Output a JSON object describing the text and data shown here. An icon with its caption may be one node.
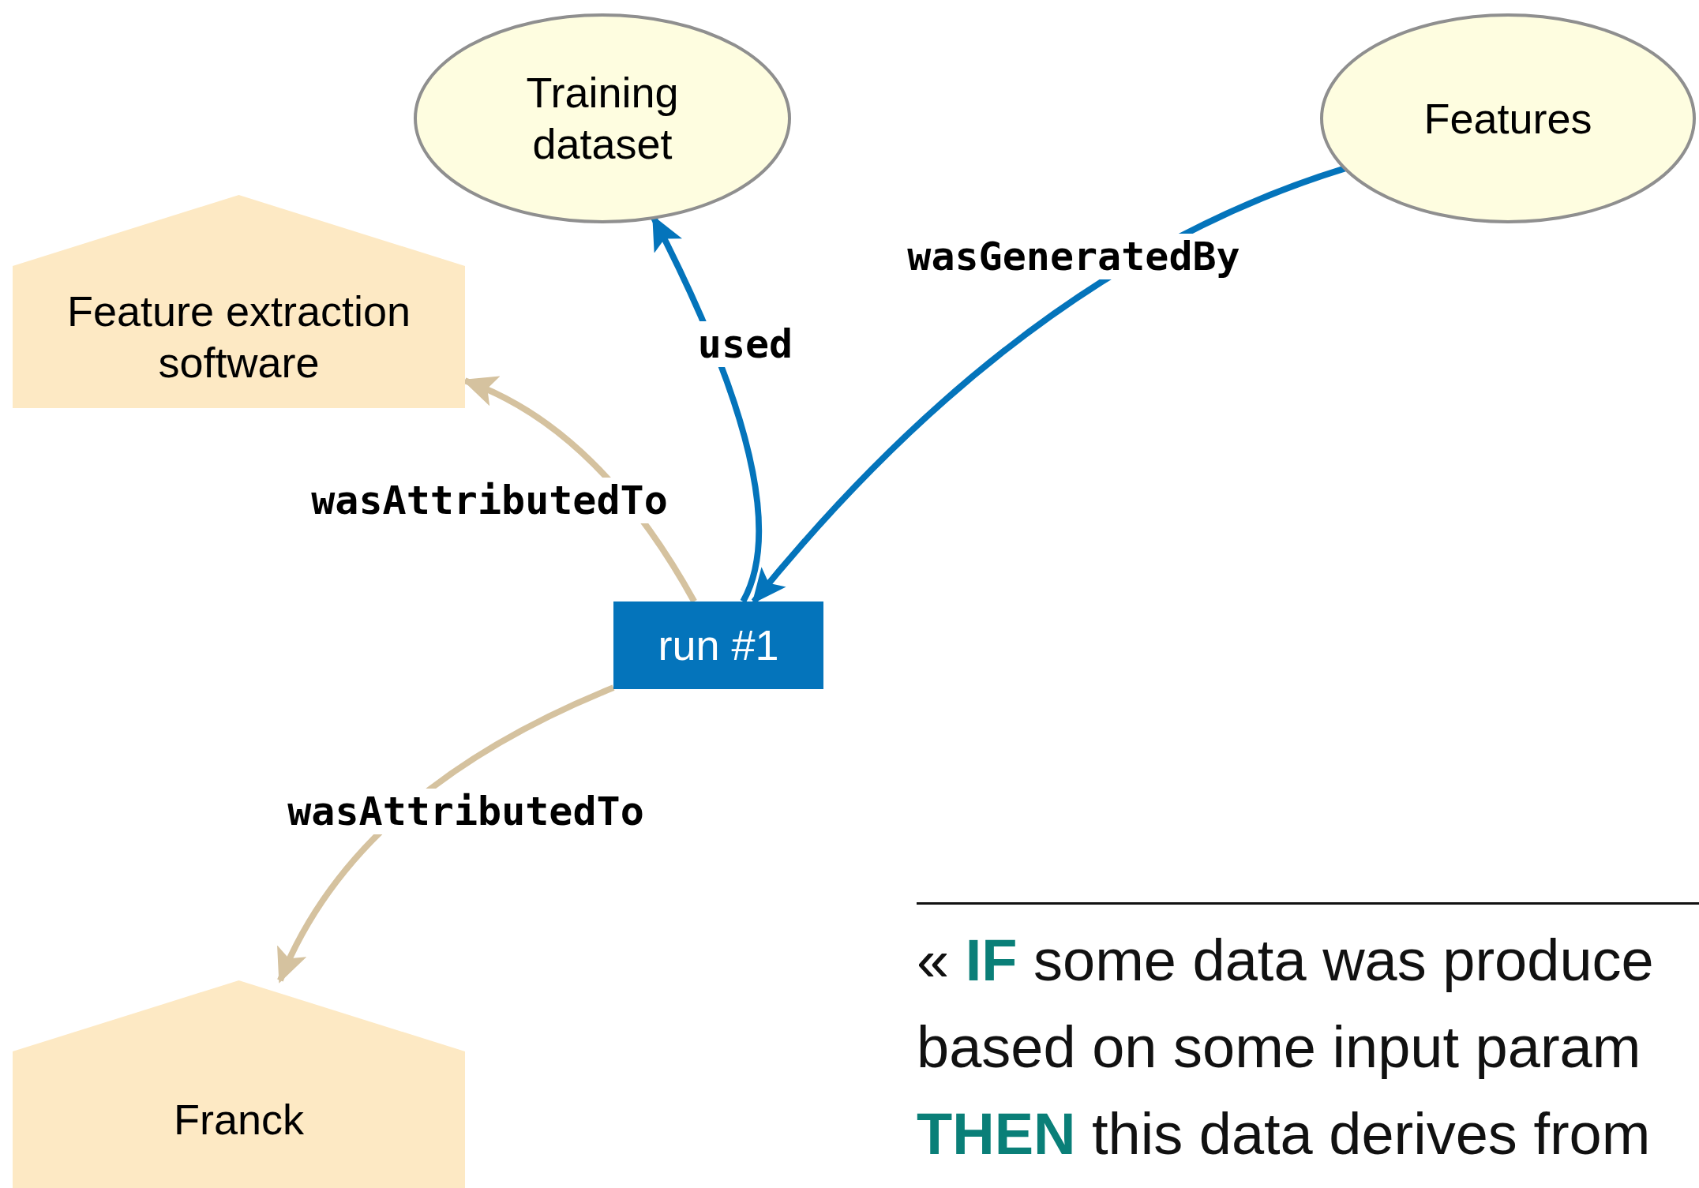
{
  "diagram": {
    "nodes": [
      {
        "text": [
          "Training dataset"
        ]
      },
      {
        "text": [
          "Features"
        ]
      },
      {
        "text": [
          "Feature extraction software"
        ]
      },
      {
        "text": [
          "run #1"
        ]
      },
      {
        "text": [
          "Franck"
        ]
      }
    ],
    "edges": [
      {
        "from": 3,
        "to": 0,
        "arrow": "to",
        "label": "used"
      },
      {
        "from": 1,
        "to": 3,
        "arrow": "to",
        "label": "wasGeneratedBy"
      },
      {
        "from": 3,
        "to": 2,
        "arrow": "to",
        "label": "wasAttributedTo",
        "color": "#d5c29f"
      },
      {
        "from": 3,
        "to": 4,
        "arrow": "to",
        "label": "wasAttributedTo",
        "color": "#d5c29f"
      }
    ],
    "labels": [
      "« **IF** some data was produce",
      "based on some input param",
      "**THEN** this data derives from"
    ]
  }
}
